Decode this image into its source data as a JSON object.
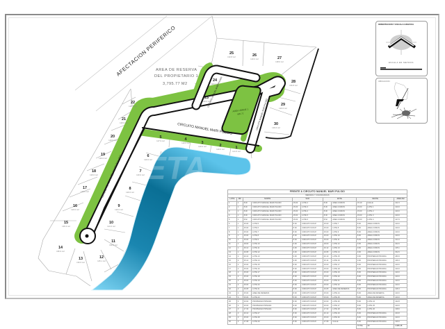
{
  "map": {
    "highway_label": "AFECTACION PERIFERICO",
    "reserve_area": {
      "line1": "AREA DE RESERVA",
      "line2": "DEL PROPIETARIO 1",
      "area": "3,795.77 M2"
    },
    "green_area": {
      "label": "AREA VERDE 1",
      "area": "985.72"
    },
    "street_name": "CIRCUITO MANUEL MARI PULIDO",
    "watermark": "ETA",
    "lots": [
      {
        "n": "1",
        "area": "121.5 m2"
      },
      {
        "n": "2",
        "area": "120.0 m2"
      },
      {
        "n": "3",
        "area": "120.0 m2"
      },
      {
        "n": "4",
        "area": "120.0 m2"
      },
      {
        "n": "5",
        "area": "127.9 m2"
      },
      {
        "n": "6",
        "area": "120.0 m2"
      },
      {
        "n": "7",
        "area": "120.0 m2"
      },
      {
        "n": "8",
        "area": "120.0 m2"
      },
      {
        "n": "9",
        "area": "120.0 m2"
      },
      {
        "n": "10",
        "area": "124.4 m2"
      },
      {
        "n": "11",
        "area": "162.0 m2"
      },
      {
        "n": "12",
        "area": "145.1 m2"
      },
      {
        "n": "13",
        "area": "152.6 m2"
      },
      {
        "n": "14",
        "area": "180.9 m2"
      },
      {
        "n": "15",
        "area": "136.3 m2"
      },
      {
        "n": "16",
        "area": "120.0 m2"
      },
      {
        "n": "17",
        "area": "120.0 m2"
      },
      {
        "n": "18",
        "area": "120.0 m2"
      },
      {
        "n": "19",
        "area": "120.0 m2"
      },
      {
        "n": "20",
        "area": "120.0 m2"
      },
      {
        "n": "21",
        "area": "120.0 m2"
      },
      {
        "n": "22",
        "area": "128.4 m2"
      },
      {
        "n": "23",
        "area": "120.0 m2"
      },
      {
        "n": "24",
        "area": "120.0 m2"
      },
      {
        "n": "25",
        "area": "132.8 m2"
      },
      {
        "n": "26",
        "area": "120.0 m2"
      },
      {
        "n": "27",
        "area": "138.6 m2"
      },
      {
        "n": "28",
        "area": "160.8 m2"
      },
      {
        "n": "29",
        "area": "120.0 m2"
      },
      {
        "n": "30",
        "area": "136.6 m2"
      }
    ]
  },
  "panels": {
    "location": {
      "title": "ORIENTACION Y ESCALA GRAFICA",
      "scale_label": "ESCALA EN METROS"
    },
    "site": {
      "title": "UBICACION"
    }
  },
  "schedule": {
    "title": "FRENTE A CIRCUITO MANUEL MARI PULIDO",
    "subtitle": "MEDIDAS Y COLINDANCIAS",
    "headers": {
      "lote": "LOTE",
      "mz": "MZ",
      "norte": "NORTE",
      "sur": "SUR",
      "este": "ESTE",
      "oeste": "OESTE",
      "area": "AREA M2",
      "sup": "SUP. TOTAL"
    },
    "rows": [
      [
        "1",
        "1",
        "8.00",
        "CIRCUITO MANUEL MARI PULIDO",
        "15.00",
        "LOTE 2",
        "8.00",
        "AREA COMUN",
        "15.19",
        "CALLE",
        "121.5"
      ],
      [
        "2",
        "1",
        "8.00",
        "CIRCUITO MANUEL MARI PULIDO",
        "15.00",
        "LOTE 3",
        "8.00",
        "AREA COMUN",
        "15.00",
        "LOTE 1",
        "120.0"
      ],
      [
        "3",
        "1",
        "8.00",
        "CIRCUITO MANUEL MARI PULIDO",
        "15.00",
        "LOTE 4",
        "8.00",
        "AREA COMUN",
        "15.00",
        "LOTE 2",
        "120.0"
      ],
      [
        "4",
        "1",
        "8.00",
        "CIRCUITO MANUEL MARI PULIDO",
        "15.00",
        "LOTE 5",
        "8.00",
        "AREA COMUN",
        "15.00",
        "LOTE 3",
        "120.0"
      ],
      [
        "5",
        "1",
        "8.52",
        "CIRCUITO MANUEL MARI PULIDO",
        "15.00",
        "LOTE 6",
        "8.52",
        "AREA COMUN",
        "15.00",
        "LOTE 4",
        "127.9"
      ],
      [
        "6",
        "1",
        "15.00",
        "LOTE 5",
        "8.00",
        "CIRCUITO M.M.P.",
        "15.00",
        "LOTE 7",
        "8.00",
        "AREA COMUN",
        "120.0"
      ],
      [
        "7",
        "1",
        "15.00",
        "LOTE 6",
        "8.00",
        "CIRCUITO M.M.P.",
        "15.00",
        "LOTE 8",
        "8.00",
        "AREA COMUN",
        "120.0"
      ],
      [
        "8",
        "1",
        "15.00",
        "LOTE 7",
        "8.00",
        "CIRCUITO M.M.P.",
        "15.00",
        "LOTE 9",
        "8.00",
        "AREA COMUN",
        "120.0"
      ],
      [
        "9",
        "1",
        "15.00",
        "LOTE 8",
        "8.00",
        "CIRCUITO M.M.P.",
        "15.00",
        "LOTE 10",
        "8.00",
        "AREA COMUN",
        "120.0"
      ],
      [
        "10",
        "1",
        "15.00",
        "LOTE 9",
        "8.29",
        "CIRCUITO M.M.P.",
        "15.00",
        "LOTE 11",
        "8.29",
        "AREA COMUN",
        "124.4"
      ],
      [
        "11",
        "1",
        "18.00",
        "LOTE 10",
        "9.00",
        "CIRCUITO M.M.P.",
        "18.00",
        "LOTE 12",
        "9.00",
        "AREA COMUN",
        "162.0"
      ],
      [
        "12",
        "1",
        "16.12",
        "LOTE 11",
        "9.00",
        "CIRCUITO M.M.P.",
        "16.12",
        "LOTE 13",
        "9.00",
        "AREA COMUN",
        "145.1"
      ],
      [
        "13",
        "1",
        "16.95",
        "LOTE 12",
        "9.00",
        "CIRCUITO M.M.P.",
        "16.95",
        "LOTE 14",
        "9.00",
        "AREA COMUN",
        "152.6"
      ],
      [
        "14",
        "2",
        "20.10",
        "LOTE 13",
        "9.00",
        "CIRCUITO M.M.P.",
        "20.10",
        "LOTE 15",
        "9.00",
        "PROPIEDAD PRIVADA",
        "180.9"
      ],
      [
        "15",
        "2",
        "15.14",
        "LOTE 14",
        "9.00",
        "CIRCUITO M.M.P.",
        "15.14",
        "LOTE 16",
        "9.00",
        "PROPIEDAD PRIVADA",
        "136.3"
      ],
      [
        "16",
        "2",
        "15.00",
        "LOTE 15",
        "8.00",
        "CIRCUITO M.M.P.",
        "15.00",
        "LOTE 17",
        "8.00",
        "PROPIEDAD PRIVADA",
        "120.0"
      ],
      [
        "17",
        "2",
        "15.00",
        "LOTE 16",
        "8.00",
        "CIRCUITO M.M.P.",
        "15.00",
        "LOTE 18",
        "8.00",
        "PROPIEDAD PRIVADA",
        "120.0"
      ],
      [
        "18",
        "2",
        "15.00",
        "LOTE 17",
        "8.00",
        "CIRCUITO M.M.P.",
        "15.00",
        "LOTE 19",
        "8.00",
        "PROPIEDAD PRIVADA",
        "120.0"
      ],
      [
        "19",
        "2",
        "15.00",
        "LOTE 18",
        "8.00",
        "CIRCUITO M.M.P.",
        "15.00",
        "LOTE 20",
        "8.00",
        "PROPIEDAD PRIVADA",
        "120.0"
      ],
      [
        "20",
        "2",
        "15.00",
        "LOTE 19",
        "8.00",
        "CIRCUITO M.M.P.",
        "15.00",
        "LOTE 21",
        "8.00",
        "PROPIEDAD PRIVADA",
        "120.0"
      ],
      [
        "21",
        "2",
        "15.00",
        "LOTE 20",
        "8.00",
        "CIRCUITO M.M.P.",
        "15.00",
        "LOTE 22",
        "8.00",
        "PROPIEDAD PRIVADA",
        "120.0"
      ],
      [
        "22",
        "2",
        "16.05",
        "LOTE 21",
        "8.00",
        "CIRCUITO M.M.P.",
        "16.05",
        "AREA DE RESERVA",
        "8.00",
        "PROPIEDAD PRIVADA",
        "128.4"
      ],
      [
        "23",
        "3",
        "15.00",
        "AREA DE RESERVA",
        "8.00",
        "CIRCUITO M.M.P.",
        "15.00",
        "LOTE 24",
        "8.00",
        "AREA DE RESERVA",
        "120.0"
      ],
      [
        "24",
        "3",
        "15.00",
        "LOTE 23",
        "8.00",
        "CIRCUITO M.M.P.",
        "15.00",
        "LOTE 25",
        "8.00",
        "AREA DE RESERVA",
        "120.0"
      ],
      [
        "25",
        "3",
        "16.60",
        "PROPIEDAD PRIVADA",
        "8.00",
        "CIRCUITO M.M.P.",
        "16.60",
        "LOTE 26",
        "8.00",
        "LOTE 24",
        "132.8"
      ],
      [
        "26",
        "3",
        "15.00",
        "PROPIEDAD PRIVADA",
        "8.00",
        "CIRCUITO M.M.P.",
        "15.00",
        "LOTE 27",
        "8.00",
        "LOTE 25",
        "120.0"
      ],
      [
        "27",
        "3",
        "17.33",
        "PROPIEDAD PRIVADA",
        "8.00",
        "CIRCUITO M.M.P.",
        "17.33",
        "LOTE 28",
        "8.00",
        "LOTE 26",
        "138.6"
      ],
      [
        "28",
        "3",
        "20.10",
        "LOTE 27",
        "8.00",
        "CIRCUITO M.M.P.",
        "20.10",
        "LOTE 29",
        "8.00",
        "PROPIEDAD PRIVADA",
        "160.8"
      ],
      [
        "29",
        "3",
        "15.00",
        "LOTE 28",
        "8.00",
        "CIRCUITO M.M.P.",
        "15.00",
        "LOTE 30",
        "8.00",
        "PROPIEDAD PRIVADA",
        "120.0"
      ],
      [
        "30",
        "3",
        "17.08",
        "LOTE 29",
        "8.00",
        "CIRCUITO M.M.P.",
        "17.08",
        "CALLE",
        "8.00",
        "PROPIEDAD PRIVADA",
        "136.6"
      ]
    ],
    "total_label": "TOTAL",
    "total_lots": "30",
    "total_area": "3,986.48"
  },
  "colors": {
    "green": "#7dc242",
    "water_dark": "#0a6f95",
    "water_light": "#74d0f2",
    "road": "#111111",
    "lot_line": "#9a9a9a"
  }
}
